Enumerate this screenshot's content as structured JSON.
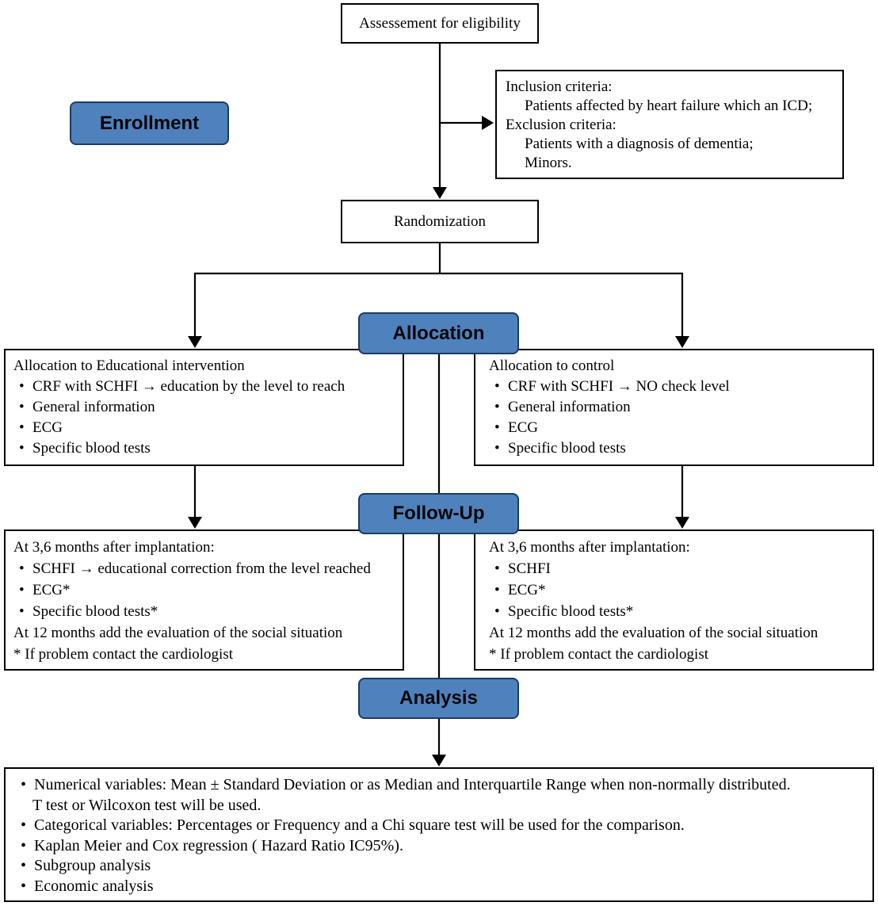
{
  "colors": {
    "badge_fill": "#4f81bd",
    "badge_border": "#1c3c61",
    "line_color": "#000000"
  },
  "eligibility": {
    "label": "Assessement for eligibility"
  },
  "enrollment": {
    "label": "Enrollment"
  },
  "criteria": {
    "inclusion_heading": "Inclusion criteria:",
    "inclusion_item": "Patients affected by heart failure which an ICD;",
    "exclusion_heading": "Exclusion criteria:",
    "exclusion_item1": "Patients with a diagnosis of dementia;",
    "exclusion_item2": "Minors."
  },
  "randomization": {
    "label": "Randomization"
  },
  "allocation": {
    "label": "Allocation"
  },
  "allocation_left": {
    "title": "Allocation to Educational intervention",
    "bullets": [
      "CRF with SCHFI → education by the level to reach",
      "General information",
      "ECG",
      "Specific blood tests"
    ]
  },
  "allocation_right": {
    "title": "Allocation to control",
    "bullets": [
      "CRF with SCHFI → NO check level",
      "General information",
      "ECG",
      "Specific blood tests"
    ]
  },
  "followup": {
    "label": "Follow-Up"
  },
  "followup_left": {
    "intro": "At 3,6 months after implantation:",
    "bullets": [
      "SCHFI → educational correction from the level reached",
      "ECG*",
      "Specific blood tests*"
    ],
    "note1": "At 12 months add the evaluation of the social situation",
    "note2": "* If problem contact the cardiologist"
  },
  "followup_right": {
    "intro": "At 3,6 months after implantation:",
    "bullets": [
      "SCHFI",
      "ECG*",
      "Specific blood tests*"
    ],
    "note1": "At 12 months add the evaluation of the social situation",
    "note2": "* If problem contact the cardiologist"
  },
  "analysis": {
    "label": "Analysis"
  },
  "results": {
    "bullet1": "Numerical variables: Mean ± Standard Deviation or as Median and Interquartile Range when non-normally distributed.",
    "bullet1_cont": "T test or Wilcoxon test will be used.",
    "bullet2": "Categorical variables: Percentages or Frequency and a Chi square test will be used for the comparison.",
    "bullet3": "Kaplan Meier and Cox regression ( Hazard Ratio IC95%).",
    "bullet4": "Subgroup analysis",
    "bullet5": "Economic analysis"
  }
}
